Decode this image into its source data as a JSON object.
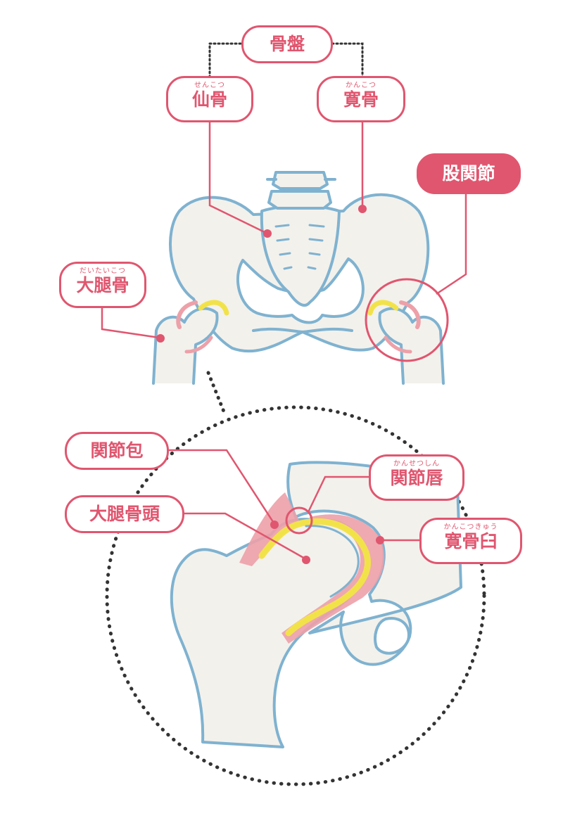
{
  "labels": {
    "pelvis": {
      "text": "骨盤"
    },
    "sacrum": {
      "ruby": "せんこつ",
      "text": "仙骨"
    },
    "ilium": {
      "ruby": "かんこつ",
      "text": "寛骨"
    },
    "hip_joint": {
      "text": "股関節"
    },
    "femur": {
      "ruby": "だいたいこつ",
      "text": "大腿骨"
    },
    "joint_capsule": {
      "text": "関節包"
    },
    "femoral_head": {
      "text": "大腿骨頭"
    },
    "labrum": {
      "ruby": "かんせつしん",
      "text": "関節唇"
    },
    "acetabulum": {
      "ruby": "かんこつきゅう",
      "text": "寛骨臼"
    }
  },
  "colors": {
    "accent": "#e0566f",
    "bone_outline": "#7fb2d0",
    "bone_fill": "#f3f1ec",
    "cartilage": "#f2e24a",
    "capsule": "#eda0a8"
  }
}
